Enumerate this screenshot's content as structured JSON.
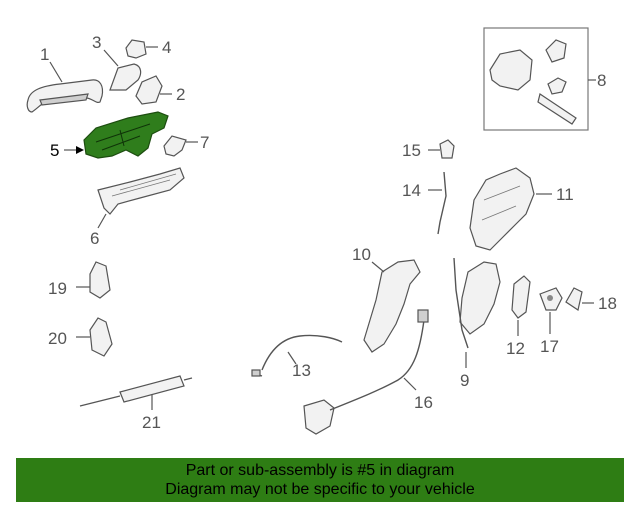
{
  "callouts": {
    "c1": "1",
    "c2": "2",
    "c3": "3",
    "c4": "4",
    "c5": "5",
    "c6": "6",
    "c7": "7",
    "c8": "8",
    "c9": "9",
    "c10": "10",
    "c11": "11",
    "c12": "12",
    "c13": "13",
    "c14": "14",
    "c15": "15",
    "c16": "16",
    "c17": "17",
    "c18": "18",
    "c19": "19",
    "c20": "20",
    "c21": "21"
  },
  "highlighted_part": "5",
  "banner": {
    "line1": "Part or sub-assembly is #5 in diagram",
    "line2": "Diagram may not be specific to your vehicle"
  },
  "colors": {
    "highlight": "#2f7d1c",
    "banner_bg": "#2e7d14",
    "line": "#555555"
  }
}
